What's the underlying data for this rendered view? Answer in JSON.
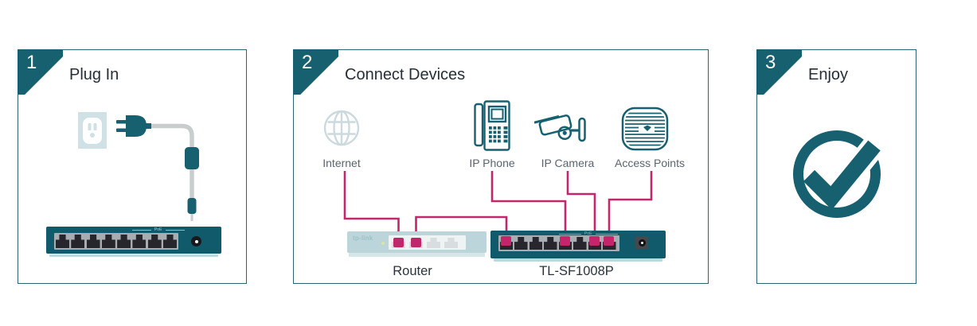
{
  "theme": {
    "teal": "#17606f",
    "teal_dark": "#115a6b",
    "pink": "#c2266b",
    "light_blue": "#cfe1e5",
    "muted_blue": "#ccdade",
    "label_gray": "#5a646e",
    "title_color": "#262f38",
    "border_color": "#2d6373"
  },
  "steps": [
    {
      "number": "1",
      "title": "Plug In"
    },
    {
      "number": "2",
      "title": "Connect Devices"
    },
    {
      "number": "3",
      "title": "Enjoy"
    }
  ],
  "plug_in": {
    "switch_poe_label": "PoE",
    "icons": [
      "power-outlet-icon",
      "power-plug-icon",
      "power-adapter-icon",
      "switch-rear-icon"
    ]
  },
  "connect": {
    "devices": [
      {
        "label": "Internet",
        "icon": "globe-icon"
      },
      {
        "label": "IP Phone",
        "icon": "ip-phone-icon"
      },
      {
        "label": "IP Camera",
        "icon": "ip-camera-icon"
      },
      {
        "label": "Access Points",
        "icon": "access-point-icon"
      }
    ],
    "router": {
      "label": "Router",
      "logo": "tp-link"
    },
    "switch": {
      "label": "TL-SF1008P",
      "poe_label": "PoE"
    }
  },
  "enjoy": {
    "icon": "check-circle-icon"
  }
}
